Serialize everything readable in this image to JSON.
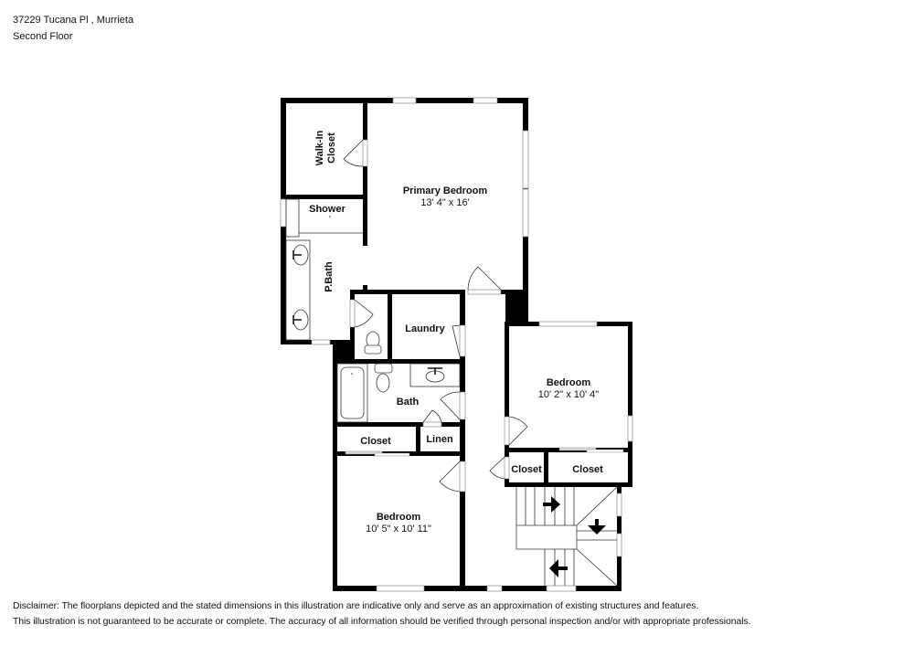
{
  "header": {
    "address": "37229 Tucana Pl , Murrieta",
    "floor": "Second Floor"
  },
  "rooms": {
    "walk_in_closet": {
      "label": "Walk-In Closet",
      "line1": "Walk-In",
      "line2": "Closet"
    },
    "shower": {
      "label": "Shower"
    },
    "primary_bedroom": {
      "label": "Primary Bedroom",
      "dimensions": "13' 4\" x 16'"
    },
    "p_bath": {
      "label": "P.Bath"
    },
    "laundry": {
      "label": "Laundry"
    },
    "bath": {
      "label": "Bath"
    },
    "closet_hall": {
      "label": "Closet"
    },
    "linen": {
      "label": "Linen"
    },
    "bedroom_right": {
      "label": "Bedroom",
      "dimensions": "10' 2\" x 10' 4\""
    },
    "closet_small": {
      "label": "Closet"
    },
    "closet_wide": {
      "label": "Closet"
    },
    "bedroom_bottom": {
      "label": "Bedroom",
      "dimensions": "10' 5\" x 10' 11\""
    }
  },
  "icons": {
    "stairs_arrows": [
      "arrow-right",
      "arrow-down",
      "arrow-left"
    ]
  },
  "disclaimer": {
    "line1": "Disclaimer: The floorplans depicted and the stated dimensions in this illustration are indicative only and serve as an approximation of existing structures and features.",
    "line2": "This illustration is not guaranteed to be accurate or complete. The accuracy of all information should be verified through personal inspection and/or with appropriate professionals."
  },
  "colors": {
    "wall": "#000000",
    "background": "#ffffff",
    "fixture_line": "#333333"
  }
}
